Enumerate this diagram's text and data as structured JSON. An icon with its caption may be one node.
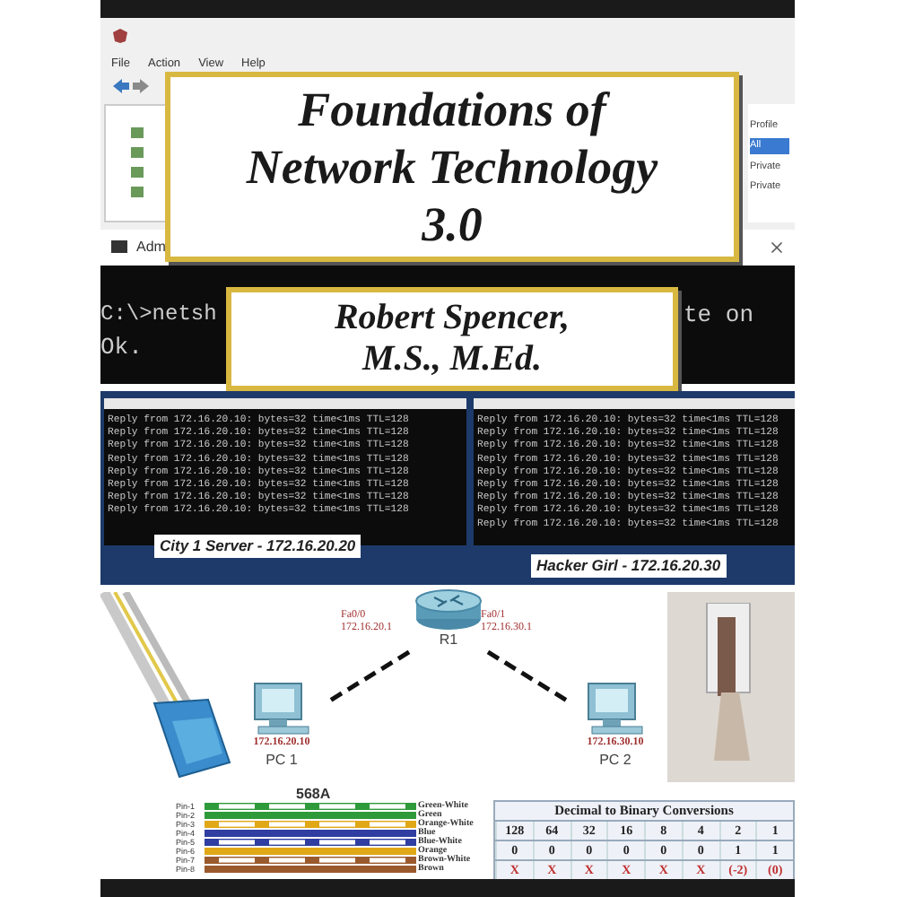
{
  "diagram": {
    "title": "Foundations of Network Technology 3.0",
    "nodes": [
      {
        "text": [
          "R1"
        ]
      },
      {
        "text": [
          "PC 1"
        ],
        "beside": [
          "172.16.20.10"
        ]
      },
      {
        "text": [
          "PC 2"
        ],
        "beside": [
          "172.16.30.10"
        ]
      }
    ],
    "edges": [
      {
        "from": 0,
        "to": 1,
        "arrow": "none",
        "style": "dashed"
      },
      {
        "from": 0,
        "to": 2,
        "arrow": "none",
        "style": "dashed"
      }
    ],
    "labels": [
      "File",
      "Action",
      "View",
      "Help",
      "Profile",
      "All",
      "Private",
      "Private",
      "Robert Spencer, M.S., M.Ed.",
      "Adm",
      "C:\\>netsh",
      "te on",
      "Ok.",
      "Reply from 172.16.20.10: bytes=32 time<1ms TTL=128",
      "Reply from 172.16.20.10: bytes=32 time<1ms TTL=128",
      "Reply from 172.16.20.10: bytes=32 time<1ms TTL=128",
      "Reply from 172.16.20.10: bytes=32 time<1ms TTL=128",
      "Reply from 172.16.20.10: bytes=32 time<1ms TTL=128",
      "Reply from 172.16.20.10: bytes=32 time<1ms TTL=128",
      "Reply from 172.16.20.10: bytes=32 time<1ms TTL=128",
      "Reply from 172.16.20.10: bytes=32 time<1ms TTL=128",
      "Reply from 172.16.20.10: bytes=32 time<1ms TTL=128",
      "Reply from 172.16.20.10: bytes=32 time<1ms TTL=128",
      "Reply from 172.16.20.10: bytes=32 time<1ms TTL=128",
      "Reply from 172.16.20.10: bytes=32 time<1ms TTL=128",
      "Reply from 172.16.20.10: bytes=32 time<1ms TTL=128",
      "Reply from 172.16.20.10: bytes=32 time<1ms TTL=128",
      "Reply from 172.16.20.10: bytes=32 time<1ms TTL=128",
      "Reply from 172.16.20.10: bytes=32 time<1ms TTL=128",
      "Reply from 172.16.20.10: bytes=32 time<1ms TTL=128",
      "City 1 Server - 172.16.20.20",
      "Hacker Girl - 172.16.20.30",
      "Fa0/0 172.16.20.1",
      "Fa0/1 172.16.30.1",
      "568A",
      "Pin-1",
      "Pin-2",
      "Pin-3",
      "Pin-4",
      "Pin-5",
      "Pin-6",
      "Pin-7",
      "Pin-8",
      "Green-White",
      "Green",
      "Orange-White",
      "Blue",
      "Blue-White",
      "Orange",
      "Brown-White",
      "Brown",
      "Decimal to Binary Conversions",
      "128",
      "64",
      "32",
      "16",
      "8",
      "4",
      "2",
      "1",
      "0",
      "0",
      "0",
      "0",
      "0",
      "0",
      "1",
      "1",
      "X",
      "X",
      "X",
      "X",
      "X",
      "X",
      "(-2)",
      "(0)"
    ]
  }
}
